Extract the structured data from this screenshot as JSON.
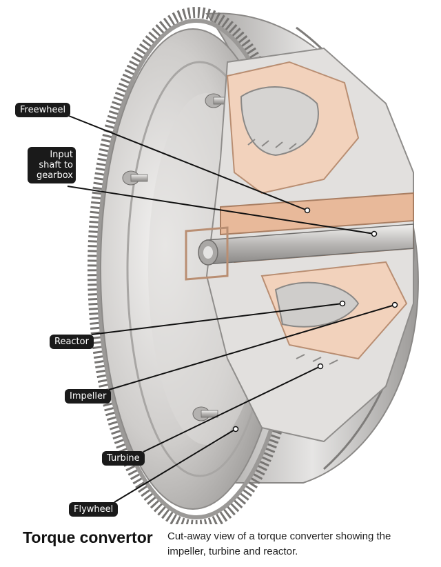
{
  "labels": {
    "freewheel": "Freewheel",
    "input_shaft": "Input shaft to gearbox",
    "reactor": "Reactor",
    "impeller": "Impeller",
    "turbine": "Turbine",
    "flywheel": "Flywheel"
  },
  "caption": {
    "title": "Torque convertor",
    "text": "Cut-away view of a torque converter showing the impeller, turbine and reactor."
  },
  "colors": {
    "label_bg": "#1a1a1a",
    "metal": "#c8c6c4",
    "cutaway": "#e8b99a",
    "leader": "#111111"
  }
}
